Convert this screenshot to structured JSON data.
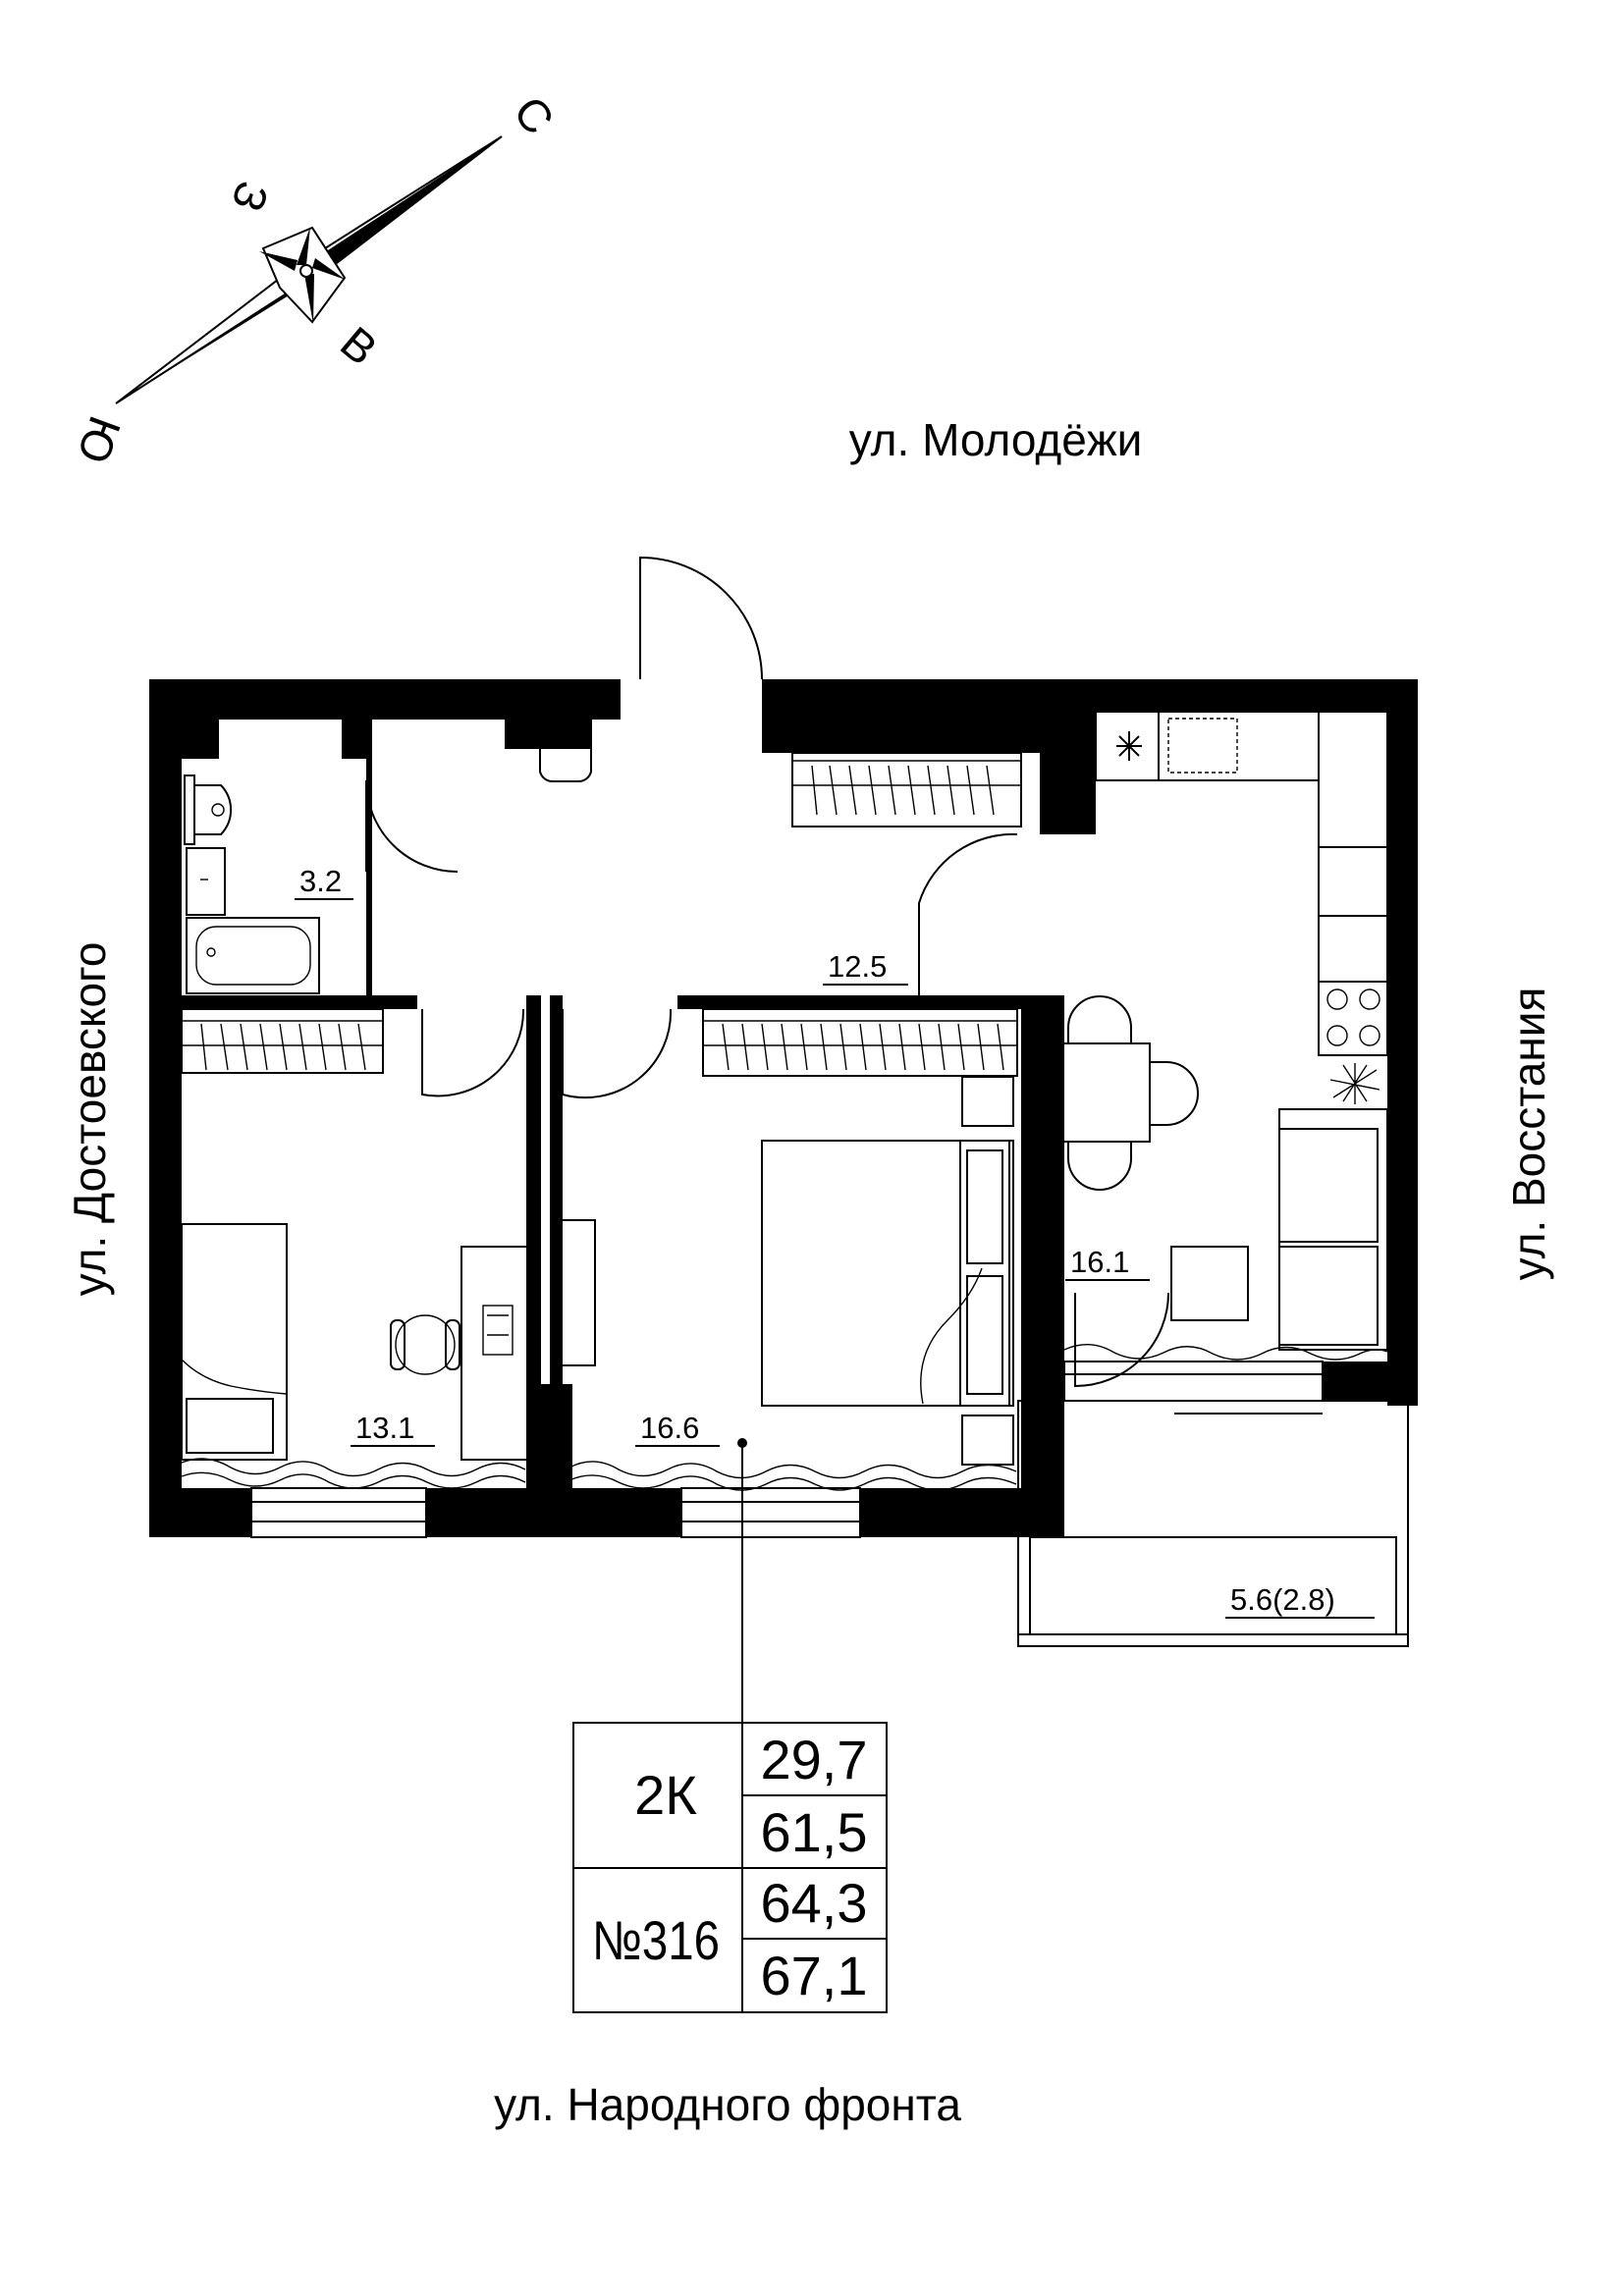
{
  "compass": {
    "north": "С",
    "south": "Ю",
    "east": "В",
    "west": "З"
  },
  "streets": {
    "top": "ул. Молодёжи",
    "left": "ул. Достоевского",
    "right": "ул. Восстания",
    "bottom": "ул. Народного фронта"
  },
  "rooms": {
    "bathroom": "3.2",
    "hall": "12.5",
    "bedroom_left": "13.1",
    "bedroom_main": "16.6",
    "kitchen": "16.1",
    "balcony": "5.6(2.8)"
  },
  "summary": {
    "type": "2К",
    "number": "№316",
    "living_area": "29,7",
    "total_area": "61,5",
    "area_reduced": "64,3",
    "area_with_balcony": "67,1"
  }
}
